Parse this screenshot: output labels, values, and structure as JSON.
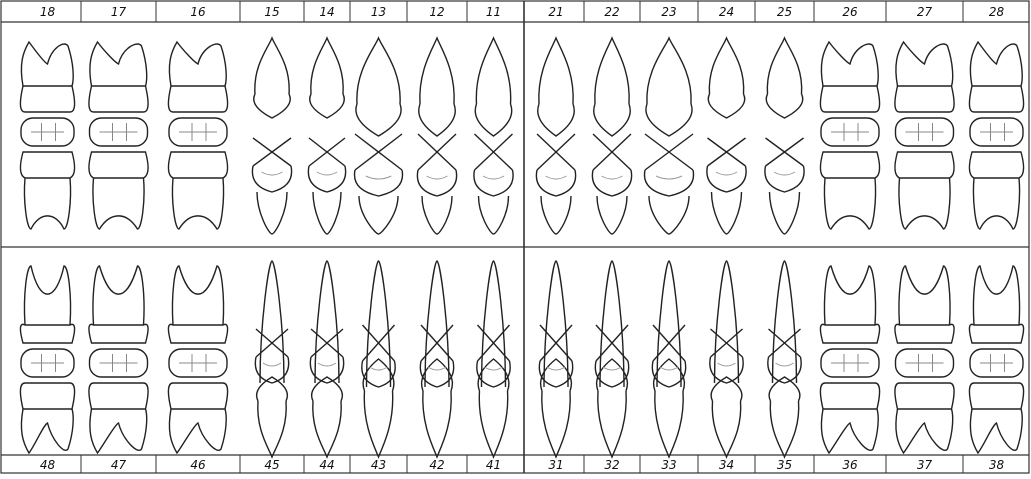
{
  "upper_numbers": [
    "18",
    "17",
    "16",
    "15",
    "14",
    "13",
    "12",
    "11",
    "21",
    "22",
    "23",
    "24",
    "25",
    "26",
    "27",
    "28"
  ],
  "lower_numbers": [
    "48",
    "47",
    "46",
    "45",
    "44",
    "43",
    "42",
    "41",
    "31",
    "32",
    "33",
    "34",
    "35",
    "36",
    "37",
    "38"
  ],
  "tooth_types": [
    "molar",
    "molar",
    "molar",
    "premolar",
    "premolar",
    "canine",
    "incisor",
    "incisor",
    "incisor",
    "incisor",
    "canine",
    "premolar",
    "premolar",
    "molar",
    "molar",
    "molar"
  ]
}
